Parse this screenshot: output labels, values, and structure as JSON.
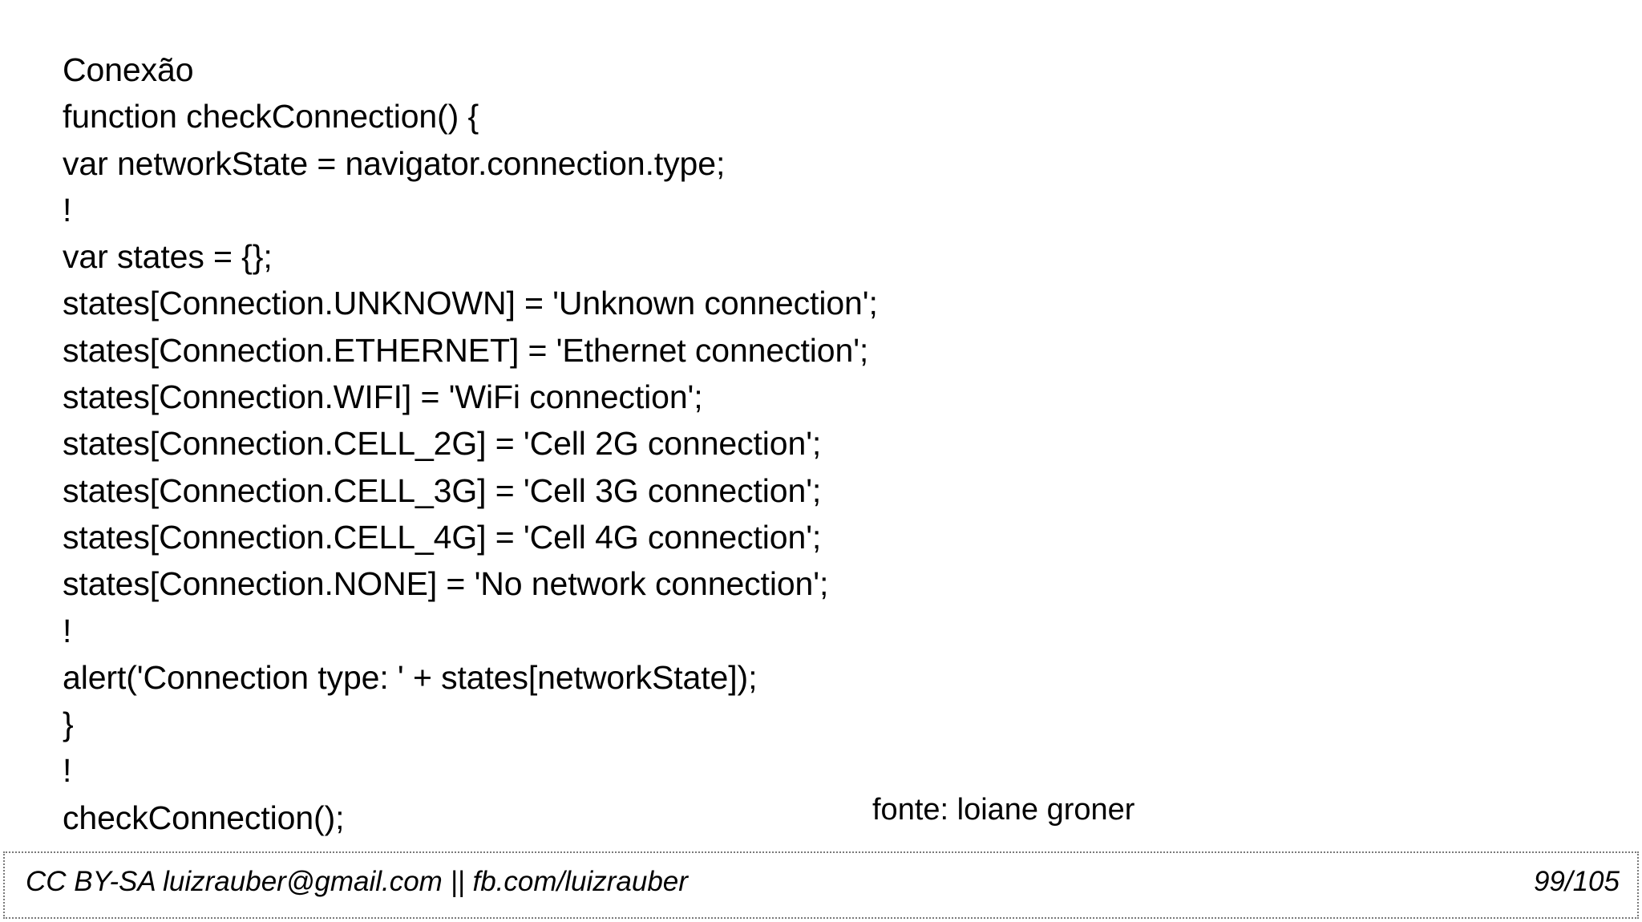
{
  "slide": {
    "title": "Conexão",
    "code_lines": [
      "function checkConnection() {",
      "!",
      "var states = {};",
      "states[Connection.UNKNOWN] = 'Unknown connection';",
      "states[Connection.ETHERNET] = 'Ethernet connection';",
      "states[Connection.WIFI] = 'WiFi connection';",
      "states[Connection.CELL_2G] = 'Cell 2G connection';",
      "states[Connection.CELL_3G] = 'Cell 3G connection';",
      "states[Connection.CELL_4G] = 'Cell 4G connection';",
      "states[Connection.NONE] = 'No network connection';",
      "!",
      "alert('Connection type: ' + states[networkState]);",
      "}",
      "!",
      "checkConnection();"
    ],
    "var_line": "var networkState = navigator.connection.type;",
    "source_credit": "fonte: loiane groner"
  },
  "footer": {
    "license_and_contact": "CC BY-SA luizrauber@gmail.com || fb.com/luizrauber",
    "page_indicator": "99/105"
  },
  "colors": {
    "background": "#ffffff",
    "text": "#000000",
    "footer_border": "#7a7a7a"
  }
}
